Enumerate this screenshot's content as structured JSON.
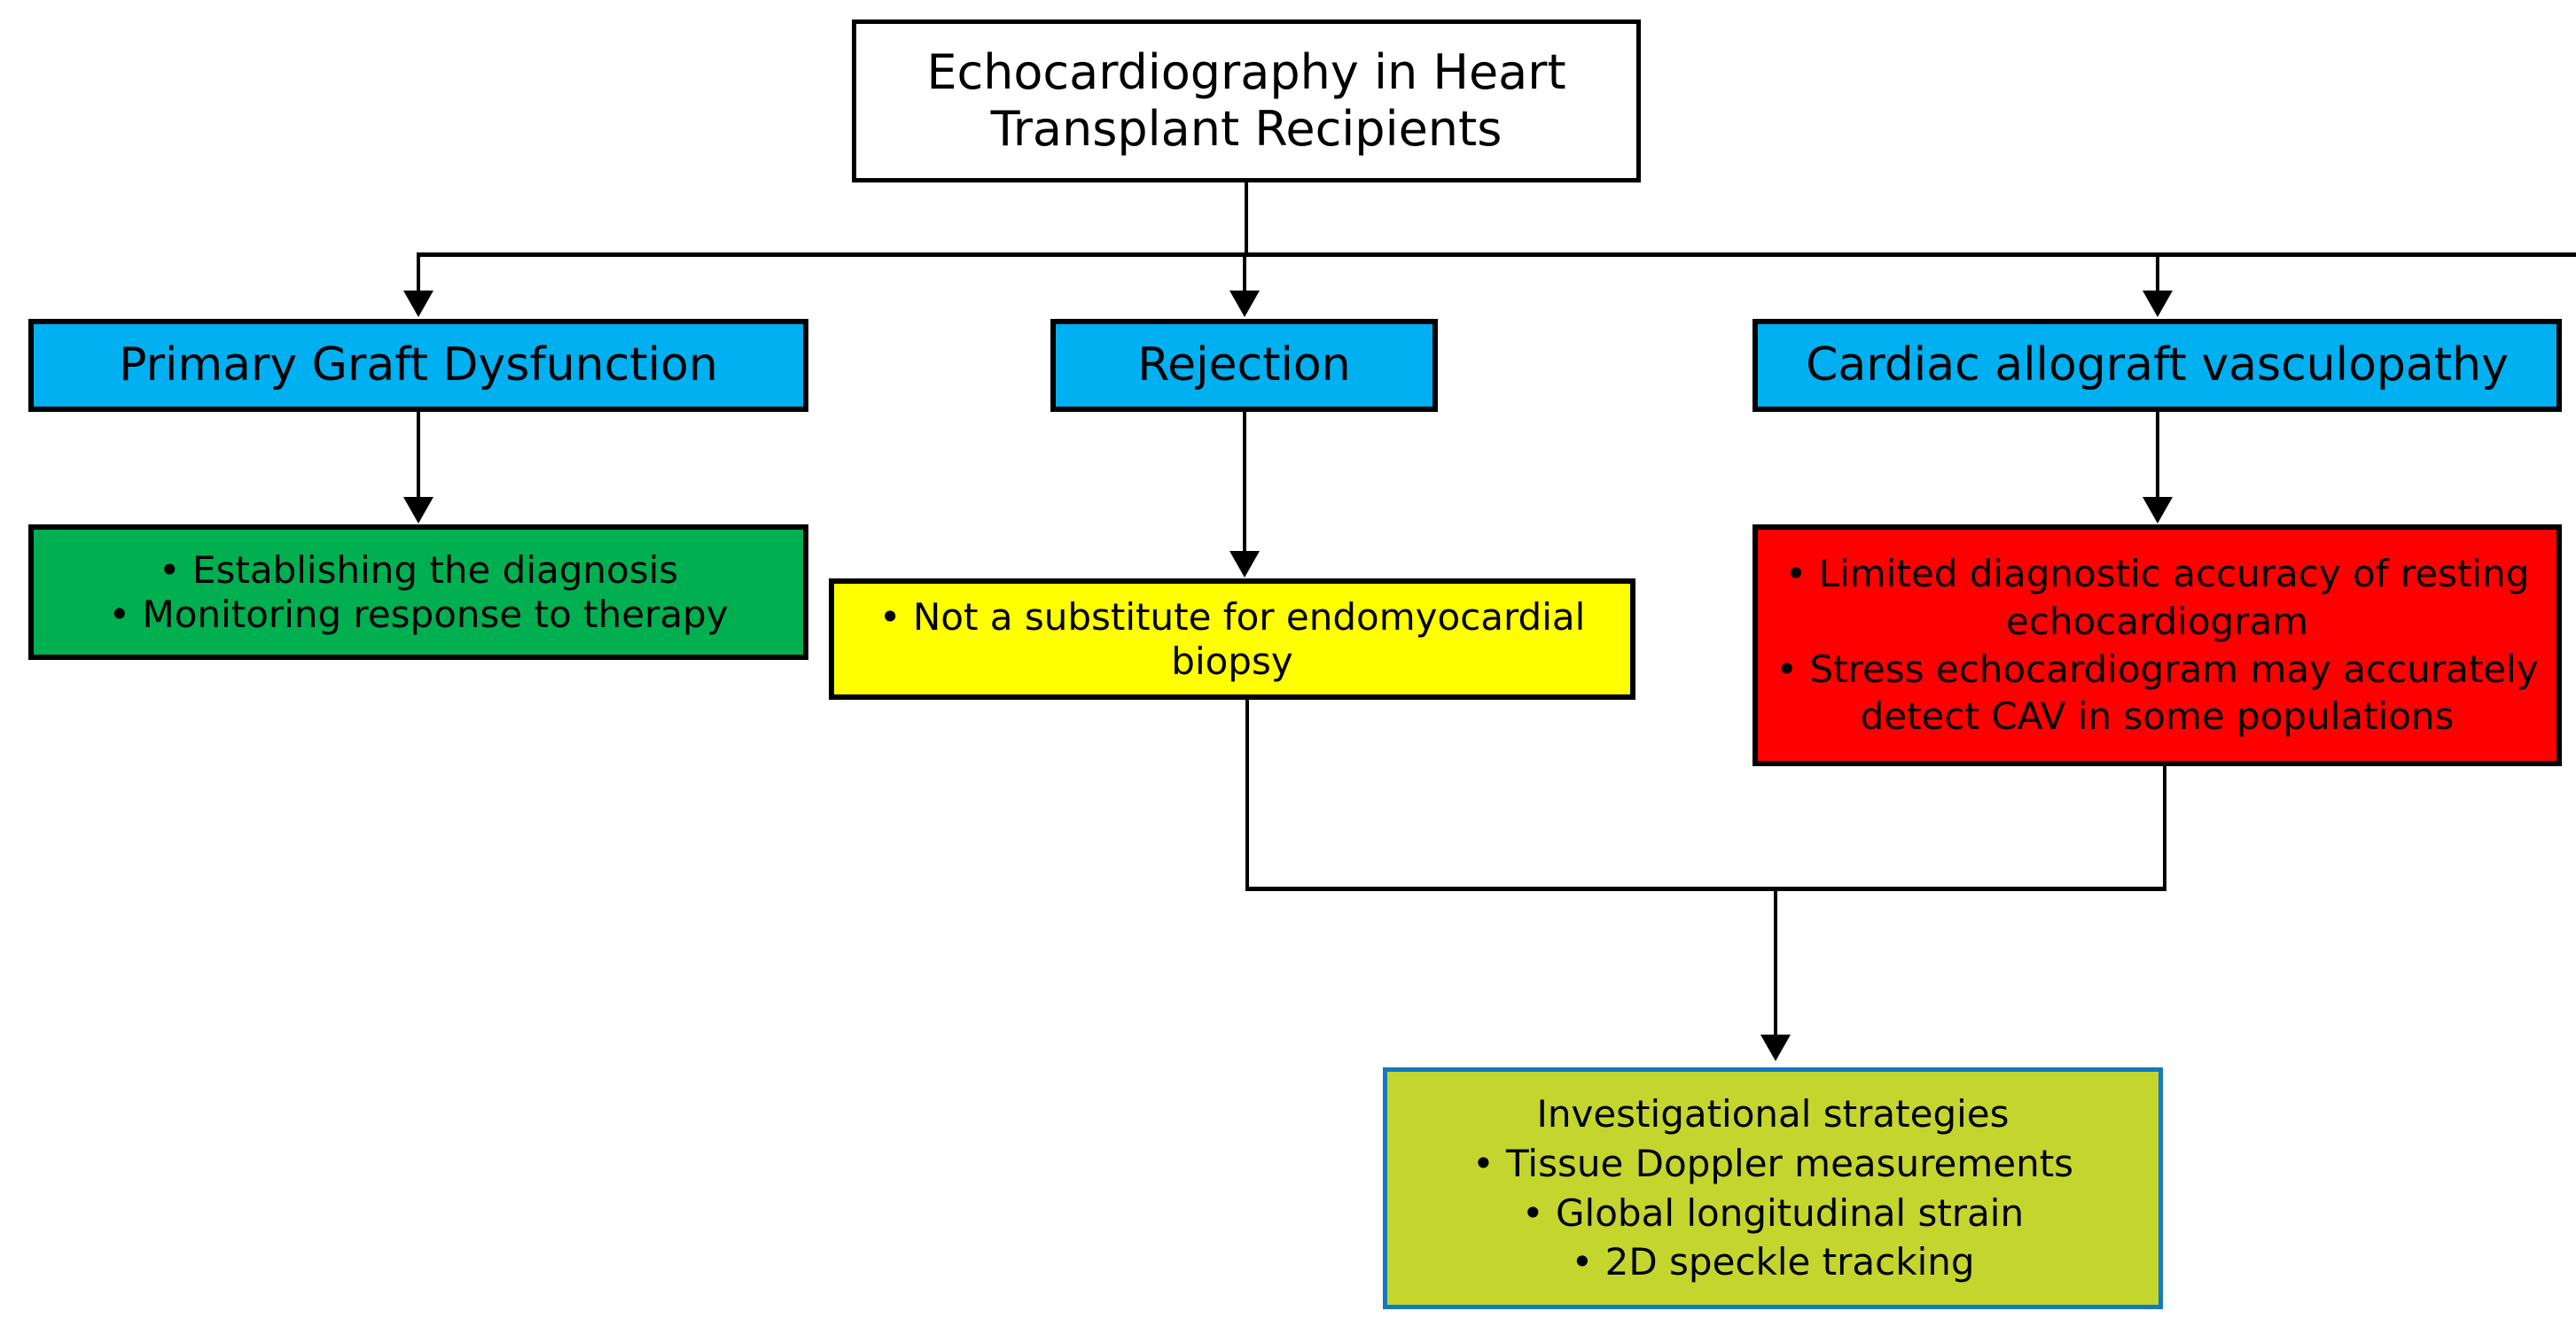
{
  "diagram": {
    "title": "Echocardiography in Heart Transplant Recipients",
    "palette": {
      "blue": "#00b0f0",
      "green": "#00b050",
      "yellow": "#ffff00",
      "red": "#ff0000",
      "olive": "#c4d52e",
      "olive_border": "#1479c0",
      "white": "#ffffff",
      "black": "#000000"
    },
    "nodes": {
      "root": {
        "lines": [
          "Echocardiography in Heart",
          "Transplant Recipients"
        ]
      },
      "primary_graft_dysfunction": {
        "lines": [
          "Primary Graft Dysfunction"
        ]
      },
      "rejection": {
        "lines": [
          "Rejection"
        ]
      },
      "cardiac_allograft_vasculopathy": {
        "lines": [
          "Cardiac allograft vasculopathy"
        ]
      },
      "primary_graft_dysfunction_detail": {
        "lines": [
          "• Establishing the diagnosis",
          "• Monitoring response to therapy"
        ]
      },
      "rejection_detail": {
        "lines": [
          "• Not a substitute for endomyocardial",
          "biopsy"
        ]
      },
      "cardiac_allograft_vasculopathy_detail": {
        "lines": [
          "• Limited diagnostic accuracy of resting",
          "echocardiogram",
          "• Stress echocardiogram may accurately",
          "detect CAV in some populations"
        ]
      },
      "investigational_strategies": {
        "lines": [
          "Investigational strategies",
          "• Tissue Doppler measurements",
          "• Global longitudinal strain",
          "• 2D speckle tracking"
        ]
      }
    }
  }
}
